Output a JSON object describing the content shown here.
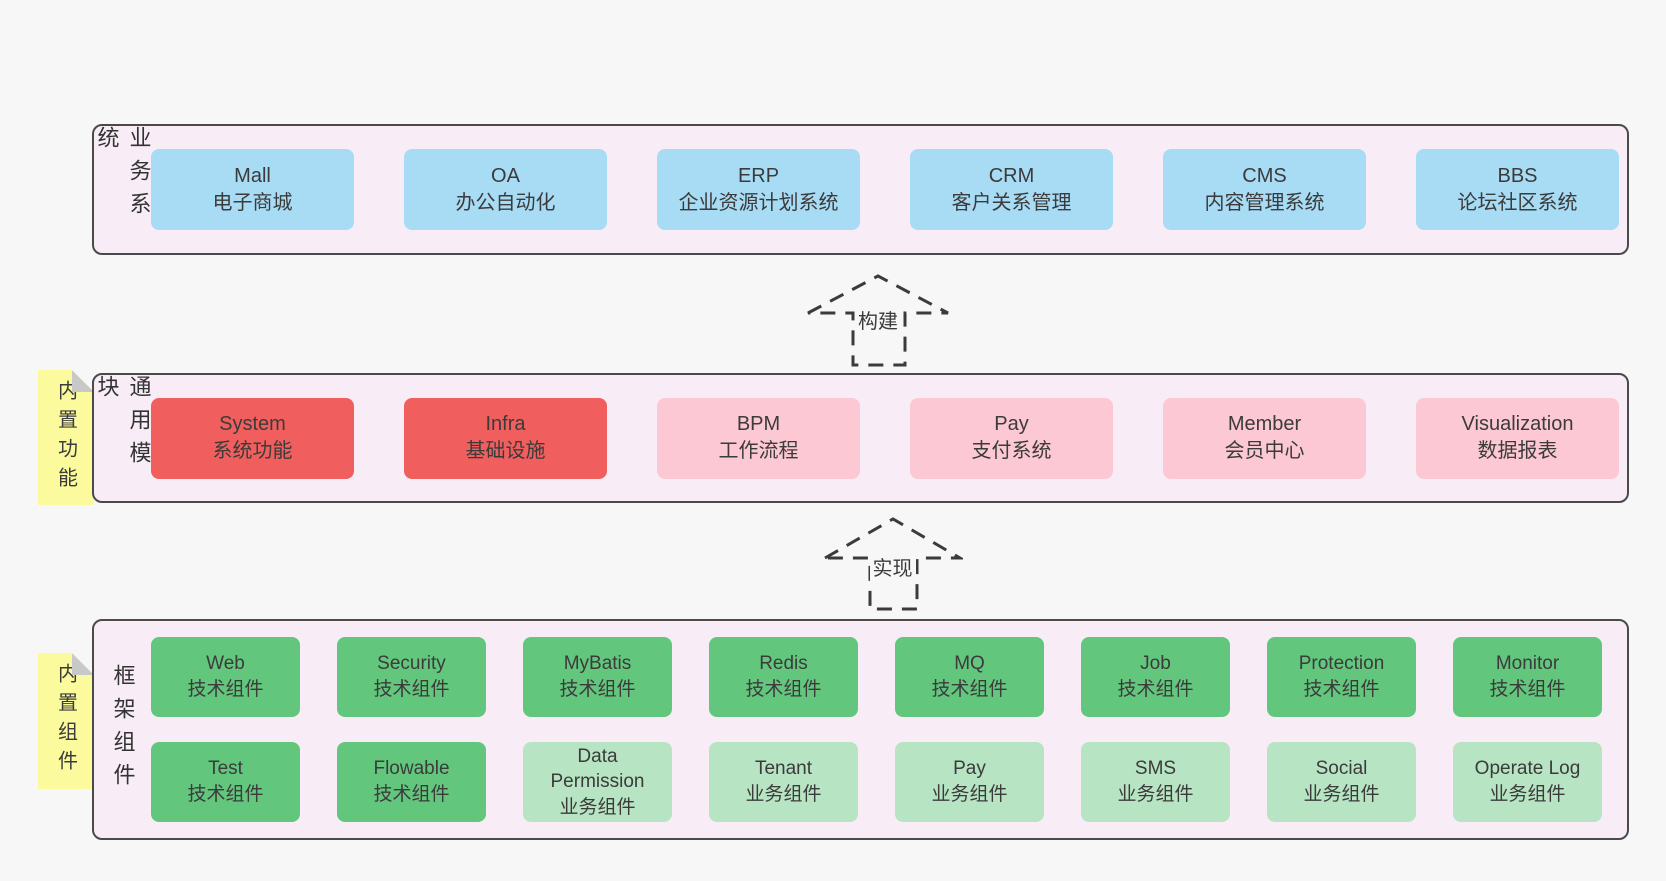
{
  "colors": {
    "canvas_bg": "#f7f7f7",
    "band_bg": "#f8edf6",
    "band_border": "#4a4a4a",
    "business_box": "#a8dbf4",
    "core_module_box": "#f15e5e",
    "optional_module_box": "#fcc8d3",
    "tech_component_box": "#63c67d",
    "biz_component_box": "#b7e4c2",
    "sticky_note": "#fbfb9e",
    "note_fold": "#c8c8c8",
    "text": "#3b3b3b"
  },
  "bands": [
    {
      "label": "业务系统",
      "items": [
        {
          "name": "Mall",
          "desc": "电子商城"
        },
        {
          "name": "OA",
          "desc": "办公自动化"
        },
        {
          "name": "ERP",
          "desc": "企业资源计划系统"
        },
        {
          "name": "CRM",
          "desc": "客户关系管理"
        },
        {
          "name": "CMS",
          "desc": "内容管理系统"
        },
        {
          "name": "BBS",
          "desc": "论坛社区系统"
        }
      ]
    },
    {
      "label": "通用模块",
      "note": "内置功能",
      "items": [
        {
          "name": "System",
          "desc": "系统功能"
        },
        {
          "name": "Infra",
          "desc": "基础设施"
        },
        {
          "name": "BPM",
          "desc": "工作流程"
        },
        {
          "name": "Pay",
          "desc": "支付系统"
        },
        {
          "name": "Member",
          "desc": "会员中心"
        },
        {
          "name": "Visualization",
          "desc": "数据报表"
        }
      ]
    },
    {
      "label": "框架组件",
      "note": "内置组件",
      "rows": [
        [
          {
            "name": "Web",
            "desc": "技术组件"
          },
          {
            "name": "Security",
            "desc": "技术组件"
          },
          {
            "name": "MyBatis",
            "desc": "技术组件"
          },
          {
            "name": "Redis",
            "desc": "技术组件"
          },
          {
            "name": "MQ",
            "desc": "技术组件"
          },
          {
            "name": "Job",
            "desc": "技术组件"
          },
          {
            "name": "Protection",
            "desc": "技术组件"
          },
          {
            "name": "Monitor",
            "desc": "技术组件"
          }
        ],
        [
          {
            "name": "Test",
            "desc": "技术组件"
          },
          {
            "name": "Flowable",
            "desc": "技术组件"
          },
          {
            "name": "Data\nPermission",
            "desc": "业务组件"
          },
          {
            "name": "Tenant",
            "desc": "业务组件"
          },
          {
            "name": "Pay",
            "desc": "业务组件"
          },
          {
            "name": "SMS",
            "desc": "业务组件"
          },
          {
            "name": "Social",
            "desc": "业务组件"
          },
          {
            "name": "Operate Log",
            "desc": "业务组件"
          }
        ]
      ]
    }
  ],
  "arrows": [
    {
      "label": "构建"
    },
    {
      "label": "实现"
    }
  ]
}
